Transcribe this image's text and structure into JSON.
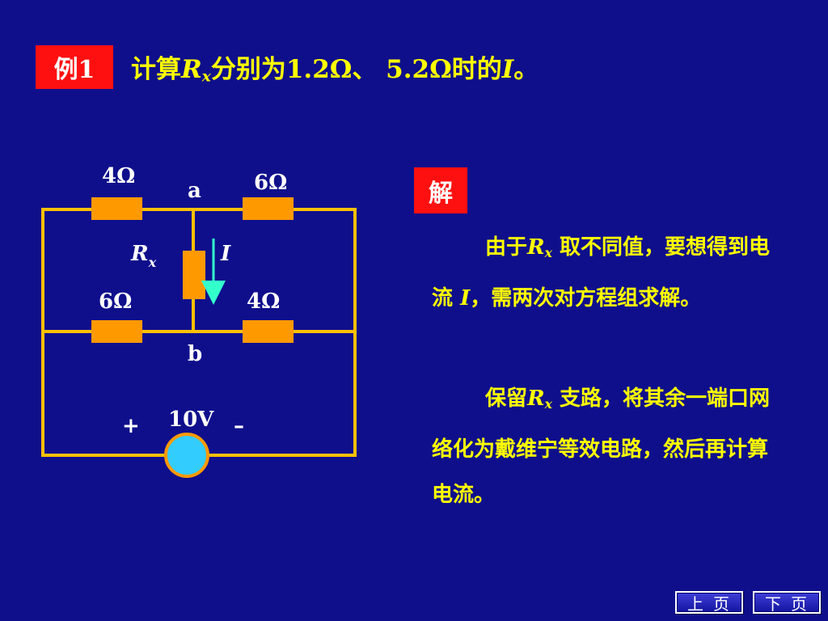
{
  "example": {
    "badge": "例1",
    "title_prefix": "计算",
    "rx_main": "R",
    "rx_sub": "x",
    "title_mid": "分别为1.2Ω、 5.2Ω时的",
    "current_symbol": "I",
    "title_end": "。"
  },
  "circuit": {
    "r_top_left": "4Ω",
    "r_top_right": "6Ω",
    "r_bottom_left": "6Ω",
    "r_bottom_right": "4Ω",
    "node_a": "a",
    "node_b": "b",
    "rx_main": "R",
    "rx_sub": "x",
    "current_label": "I",
    "source_voltage": "10V",
    "plus_sign": "+",
    "minus_sign": "–",
    "colors": {
      "wire": "#ffc000",
      "resistor": "#ff9900",
      "source": "#33ccff",
      "arrow": "#33ffcc"
    }
  },
  "solution": {
    "badge": "解",
    "p1_a": "由于",
    "p1_rx": "R",
    "p1_rx_sub": "x",
    "p1_b": " 取不同值，要想得到电流 ",
    "p1_i": "I",
    "p1_c": "，需两次对方程组求解。",
    "p2_a": "保留",
    "p2_rx": "R",
    "p2_rx_sub": "x",
    "p2_b": " 支路，将其余一端口网络化为戴维宁等效电路，然后再计算电流。"
  },
  "nav": {
    "prev": "上页",
    "next": "下页"
  }
}
